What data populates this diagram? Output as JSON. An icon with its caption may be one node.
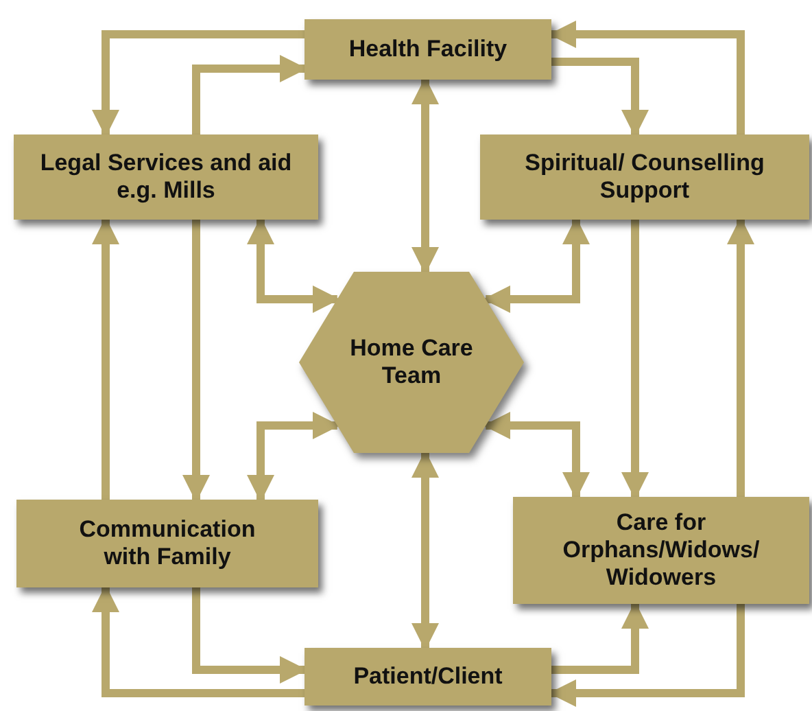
{
  "diagram": {
    "nodes": [
      {
        "text": [
          "Health Facility"
        ]
      },
      {
        "text": [
          "Legal Services and aid e.g. Mills"
        ]
      },
      {
        "text": [
          "Spiritual/ Counselling Support"
        ]
      },
      {
        "text": [
          "Home Care Team"
        ]
      },
      {
        "text": [
          "Communication with Family"
        ]
      },
      {
        "text": [
          "Care for Orphans/Widows/ Widowers"
        ]
      },
      {
        "text": [
          "Patient/Client"
        ]
      }
    ],
    "edges": [
      {
        "from": 0,
        "to": 1,
        "arrow": "to"
      },
      {
        "from": 1,
        "to": 0,
        "arrow": "to"
      },
      {
        "from": 0,
        "to": 3,
        "arrow": "both"
      },
      {
        "from": 1,
        "to": 3,
        "arrow": "both"
      },
      {
        "from": 0,
        "to": 2,
        "arrow": "to"
      },
      {
        "from": 2,
        "to": 0,
        "arrow": "to"
      },
      {
        "from": 2,
        "to": 3,
        "arrow": "both"
      },
      {
        "from": 1,
        "to": 4,
        "arrow": "to"
      },
      {
        "from": 4,
        "to": 1,
        "arrow": "to"
      },
      {
        "from": 4,
        "to": 3,
        "arrow": "both"
      },
      {
        "from": 2,
        "to": 5,
        "arrow": "to"
      },
      {
        "from": 5,
        "to": 2,
        "arrow": "to"
      },
      {
        "from": 5,
        "to": 3,
        "arrow": "both"
      },
      {
        "from": 3,
        "to": 6,
        "arrow": "both"
      },
      {
        "from": 4,
        "to": 6,
        "arrow": "to"
      },
      {
        "from": 6,
        "to": 4,
        "arrow": "to"
      },
      {
        "from": 6,
        "to": 5,
        "arrow": "to"
      },
      {
        "from": 5,
        "to": 6,
        "arrow": "to"
      }
    ]
  }
}
